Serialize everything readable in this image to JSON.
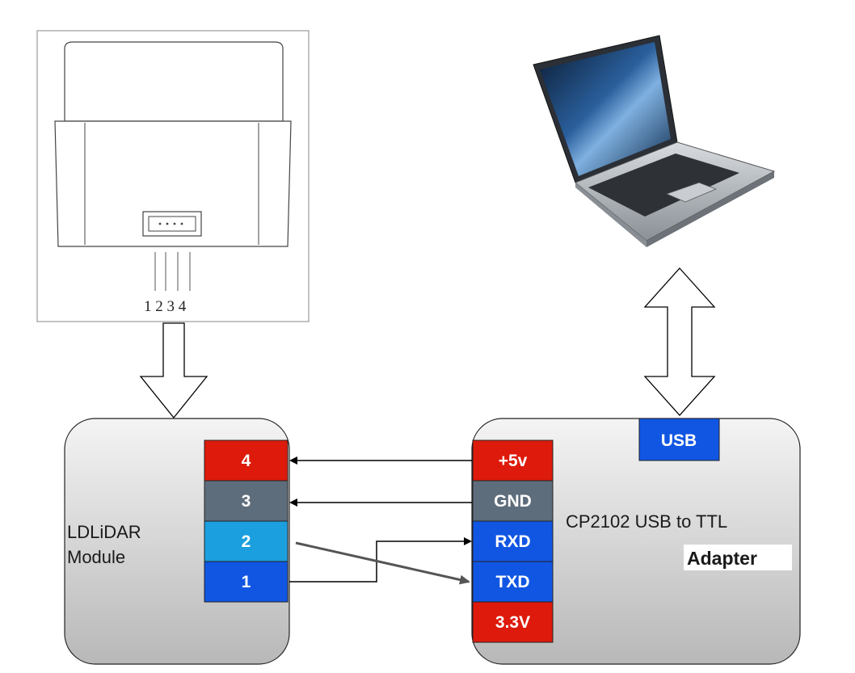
{
  "lidar": {
    "label_line1": "LDLiDAR",
    "label_line2": "Module",
    "pin_numbers": "1 2 3 4",
    "pins": [
      {
        "label": "4",
        "color": "#dd1a0b"
      },
      {
        "label": "3",
        "color": "#5e6d7c"
      },
      {
        "label": "2",
        "color": "#1c9fde"
      },
      {
        "label": "1",
        "color": "#1156e3"
      }
    ]
  },
  "adapter": {
    "title": "CP2102 USB to TTL",
    "subtitle": "Adapter",
    "usb_label": "USB",
    "usb_color": "#1156e3",
    "pins": [
      {
        "label": "+5v",
        "color": "#dd1a0b"
      },
      {
        "label": "GND",
        "color": "#5e6d7c"
      },
      {
        "label": "RXD",
        "color": "#1156e3"
      },
      {
        "label": "TXD",
        "color": "#1156e3"
      },
      {
        "label": "3.3V",
        "color": "#dd1a0b"
      }
    ]
  }
}
